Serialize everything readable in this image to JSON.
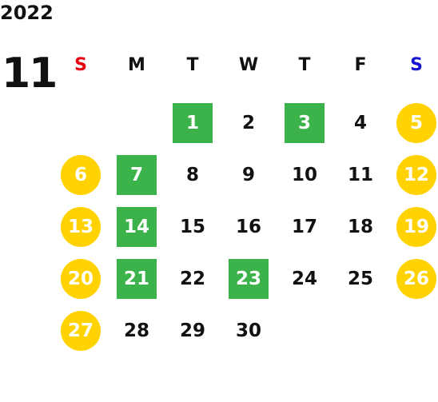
{
  "calendar": {
    "year": "2022",
    "month": "11",
    "weekdays": [
      {
        "label": "S",
        "color": "#e60012"
      },
      {
        "label": "M",
        "color": "#111111"
      },
      {
        "label": "T",
        "color": "#111111"
      },
      {
        "label": "W",
        "color": "#111111"
      },
      {
        "label": "T",
        "color": "#111111"
      },
      {
        "label": "F",
        "color": "#111111"
      },
      {
        "label": "S",
        "color": "#1414d2"
      }
    ],
    "highlight_colors": {
      "green_square": "#3bb34a",
      "yellow_circle": "#ffd200"
    },
    "weeks": [
      [
        {
          "day": "",
          "style": "none"
        },
        {
          "day": "",
          "style": "none"
        },
        {
          "day": "1",
          "style": "green_square"
        },
        {
          "day": "2",
          "style": "none"
        },
        {
          "day": "3",
          "style": "green_square"
        },
        {
          "day": "4",
          "style": "none"
        },
        {
          "day": "5",
          "style": "yellow_circle"
        }
      ],
      [
        {
          "day": "6",
          "style": "yellow_circle"
        },
        {
          "day": "7",
          "style": "green_square"
        },
        {
          "day": "8",
          "style": "none"
        },
        {
          "day": "9",
          "style": "none"
        },
        {
          "day": "10",
          "style": "none"
        },
        {
          "day": "11",
          "style": "none"
        },
        {
          "day": "12",
          "style": "yellow_circle"
        }
      ],
      [
        {
          "day": "13",
          "style": "yellow_circle"
        },
        {
          "day": "14",
          "style": "green_square"
        },
        {
          "day": "15",
          "style": "none"
        },
        {
          "day": "16",
          "style": "none"
        },
        {
          "day": "17",
          "style": "none"
        },
        {
          "day": "18",
          "style": "none"
        },
        {
          "day": "19",
          "style": "yellow_circle"
        }
      ],
      [
        {
          "day": "20",
          "style": "yellow_circle"
        },
        {
          "day": "21",
          "style": "green_square"
        },
        {
          "day": "22",
          "style": "none"
        },
        {
          "day": "23",
          "style": "green_square"
        },
        {
          "day": "24",
          "style": "none"
        },
        {
          "day": "25",
          "style": "none"
        },
        {
          "day": "26",
          "style": "yellow_circle"
        }
      ],
      [
        {
          "day": "27",
          "style": "yellow_circle"
        },
        {
          "day": "28",
          "style": "none"
        },
        {
          "day": "29",
          "style": "none"
        },
        {
          "day": "30",
          "style": "none"
        },
        {
          "day": "",
          "style": "none"
        },
        {
          "day": "",
          "style": "none"
        },
        {
          "day": "",
          "style": "none"
        }
      ]
    ]
  }
}
